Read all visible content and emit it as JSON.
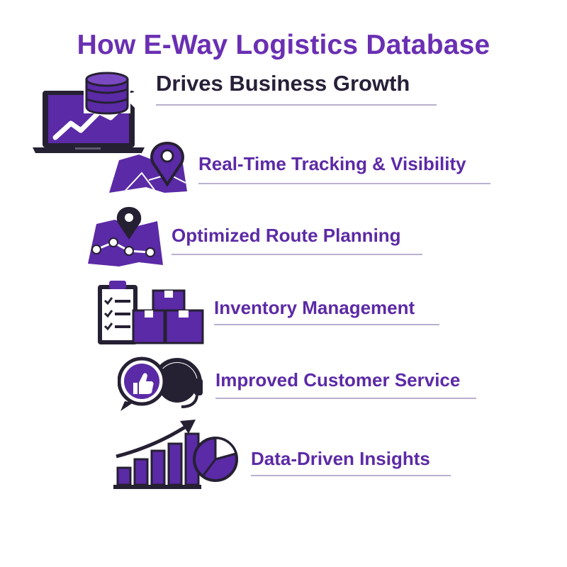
{
  "title": {
    "line1": "How E-Way Logistics Database",
    "line2": "Drives Business Growth"
  },
  "items": [
    {
      "label": "Real-Time Tracking & Visibility",
      "icon": "map-pin-icon"
    },
    {
      "label": "Optimized Route Planning",
      "icon": "route-map-icon"
    },
    {
      "label": "Inventory Management",
      "icon": "inventory-checklist-boxes-icon"
    },
    {
      "label": "Improved Customer Service",
      "icon": "customer-support-headset-icon"
    },
    {
      "label": "Data-Driven Insights",
      "icon": "analytics-chart-icon"
    }
  ],
  "header_icon": "laptop-database-growth-icon",
  "colors": {
    "primary": "#5b2aa6",
    "title": "#6a2fb3",
    "dark": "#272038",
    "rule": "#b9b0cf"
  }
}
